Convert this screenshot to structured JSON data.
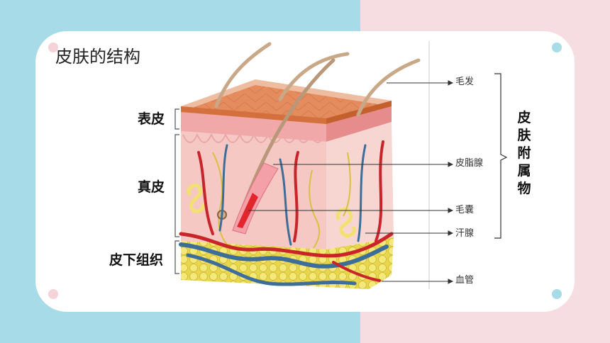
{
  "title": "皮肤的结构",
  "layers": {
    "epidermis": "表皮",
    "dermis": "真皮",
    "subcutaneous": "皮下组织"
  },
  "callouts": {
    "hair": "毛发",
    "sebaceous_gland": "皮脂腺",
    "hair_follicle": "毛囊",
    "sweat_gland": "汗腺",
    "blood_vessel": "血管"
  },
  "appendages_label": "皮肤附属物",
  "colors": {
    "bg_left": "#a8dbe8",
    "bg_right": "#f6dde1",
    "epidermis": "#e8956a",
    "dermis": "#f5c8c3",
    "fat": "#f0e06a",
    "artery": "#c8242a",
    "vein": "#3d6e9a"
  }
}
